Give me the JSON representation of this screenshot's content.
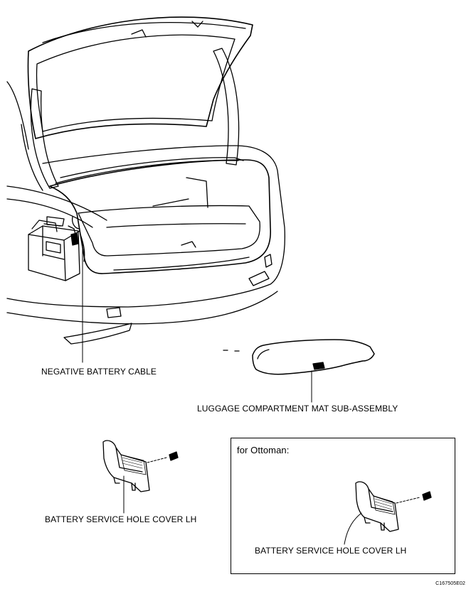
{
  "labels": {
    "negative_battery_cable": "NEGATIVE BATTERY CABLE",
    "luggage_mat": "LUGGAGE COMPARTMENT MAT SUB-ASSEMBLY",
    "battery_cover_lh": "BATTERY SERVICE HOLE COVER LH",
    "battery_cover_lh_ottoman": "BATTERY SERVICE HOLE COVER LH"
  },
  "ottoman_box": {
    "title": "for Ottoman:"
  },
  "figure_code": "C167505E02",
  "colors": {
    "line": "#000000",
    "background": "#ffffff"
  }
}
